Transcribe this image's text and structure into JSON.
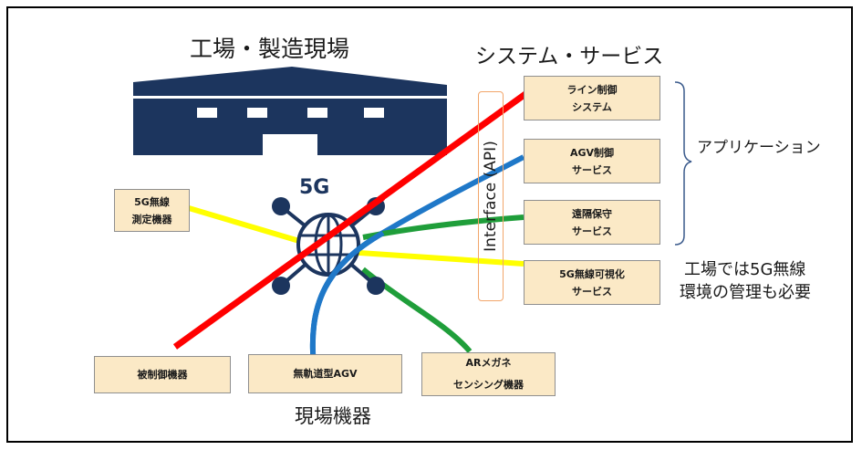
{
  "headings": {
    "factory": "工場・製造現場",
    "system": "システム・サービス",
    "field": "現場機器",
    "g5": "5G"
  },
  "interface_label": "Interface (API)",
  "services": [
    {
      "line1": "ライン制御",
      "line2": "システム"
    },
    {
      "line1": "AGV制御",
      "line2": "サービス"
    },
    {
      "line1": "遠隔保守",
      "line2": "サービス"
    },
    {
      "line1": "5G無線可視化",
      "line2": "サービス"
    }
  ],
  "measure_box": {
    "line1": "5G無線",
    "line2": "測定機器"
  },
  "devices": [
    {
      "label": "被制御機器"
    },
    {
      "label": "無軌道型AGV"
    },
    {
      "line1": "ARメガネ",
      "line2": "センシング機器"
    }
  ],
  "application_label": "アプリケーション",
  "note": {
    "line1": "工場では5G無線",
    "line2": "環境の管理も必要"
  },
  "colors": {
    "red": "#ff0000",
    "blue": "#1f78c8",
    "green": "#1f9e3a",
    "yellow": "#ffff00",
    "navy": "#1c355e",
    "box_fill": "#fbe9c6",
    "api_border": "#f2a66a"
  }
}
